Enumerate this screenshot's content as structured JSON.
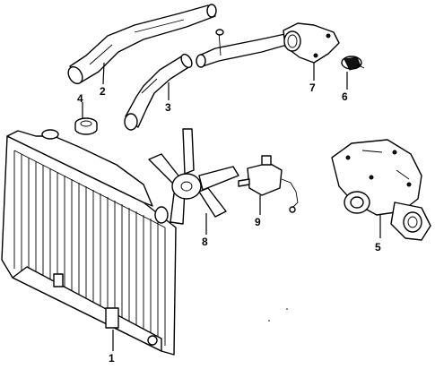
{
  "parts": [
    {
      "id": "radiator",
      "callout": "1"
    },
    {
      "id": "upper-hose",
      "callout": "2"
    },
    {
      "id": "lower-hose",
      "callout": "3"
    },
    {
      "id": "radiator-cap",
      "callout": "4"
    },
    {
      "id": "water-pump",
      "callout": "5"
    },
    {
      "id": "thermostat",
      "callout": "6"
    },
    {
      "id": "water-outlet",
      "callout": "7"
    },
    {
      "id": "fan-blade",
      "callout": "8"
    },
    {
      "id": "fan-clutch-sensor",
      "callout": "9"
    }
  ]
}
